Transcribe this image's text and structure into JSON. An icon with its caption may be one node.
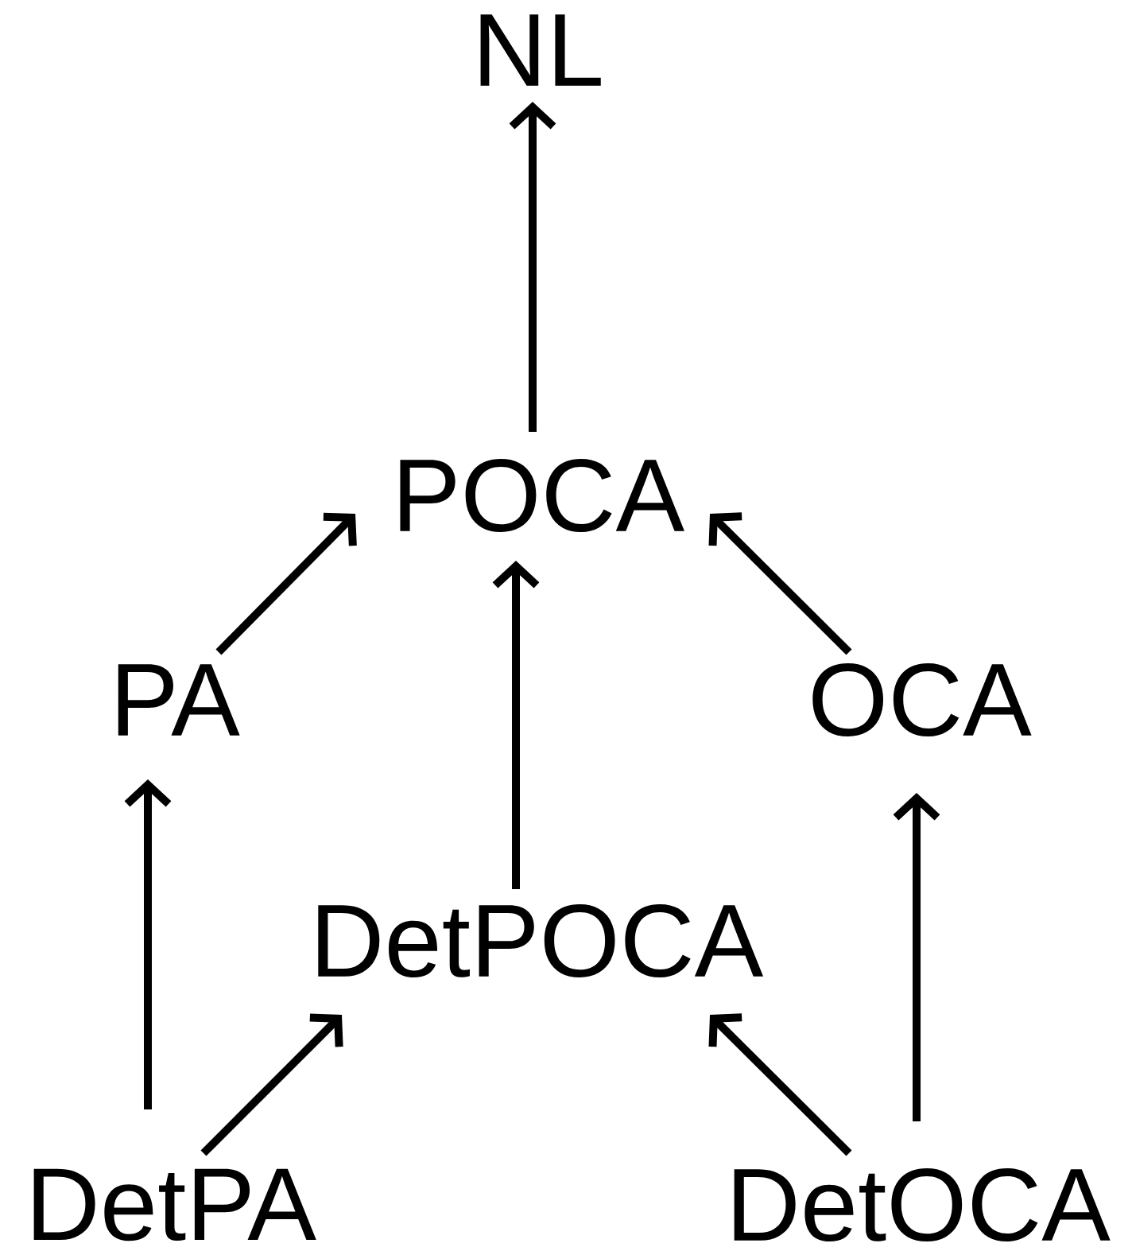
{
  "diagram": {
    "nodes": [
      {
        "text": [
          "NL"
        ]
      },
      {
        "text": [
          "POCA"
        ]
      },
      {
        "text": [
          "PA"
        ]
      },
      {
        "text": [
          "OCA"
        ]
      },
      {
        "text": [
          "DetPOCA"
        ]
      },
      {
        "text": [
          "DetPA"
        ]
      },
      {
        "text": [
          "DetOCA"
        ]
      }
    ],
    "edges": [
      {
        "from": 1,
        "to": 0,
        "arrow": "to"
      },
      {
        "from": 2,
        "to": 1,
        "arrow": "to"
      },
      {
        "from": 3,
        "to": 1,
        "arrow": "to"
      },
      {
        "from": 4,
        "to": 1,
        "arrow": "to"
      },
      {
        "from": 5,
        "to": 2,
        "arrow": "to"
      },
      {
        "from": 5,
        "to": 4,
        "arrow": "to"
      },
      {
        "from": 6,
        "to": 4,
        "arrow": "to"
      },
      {
        "from": 6,
        "to": 3,
        "arrow": "to"
      }
    ]
  }
}
